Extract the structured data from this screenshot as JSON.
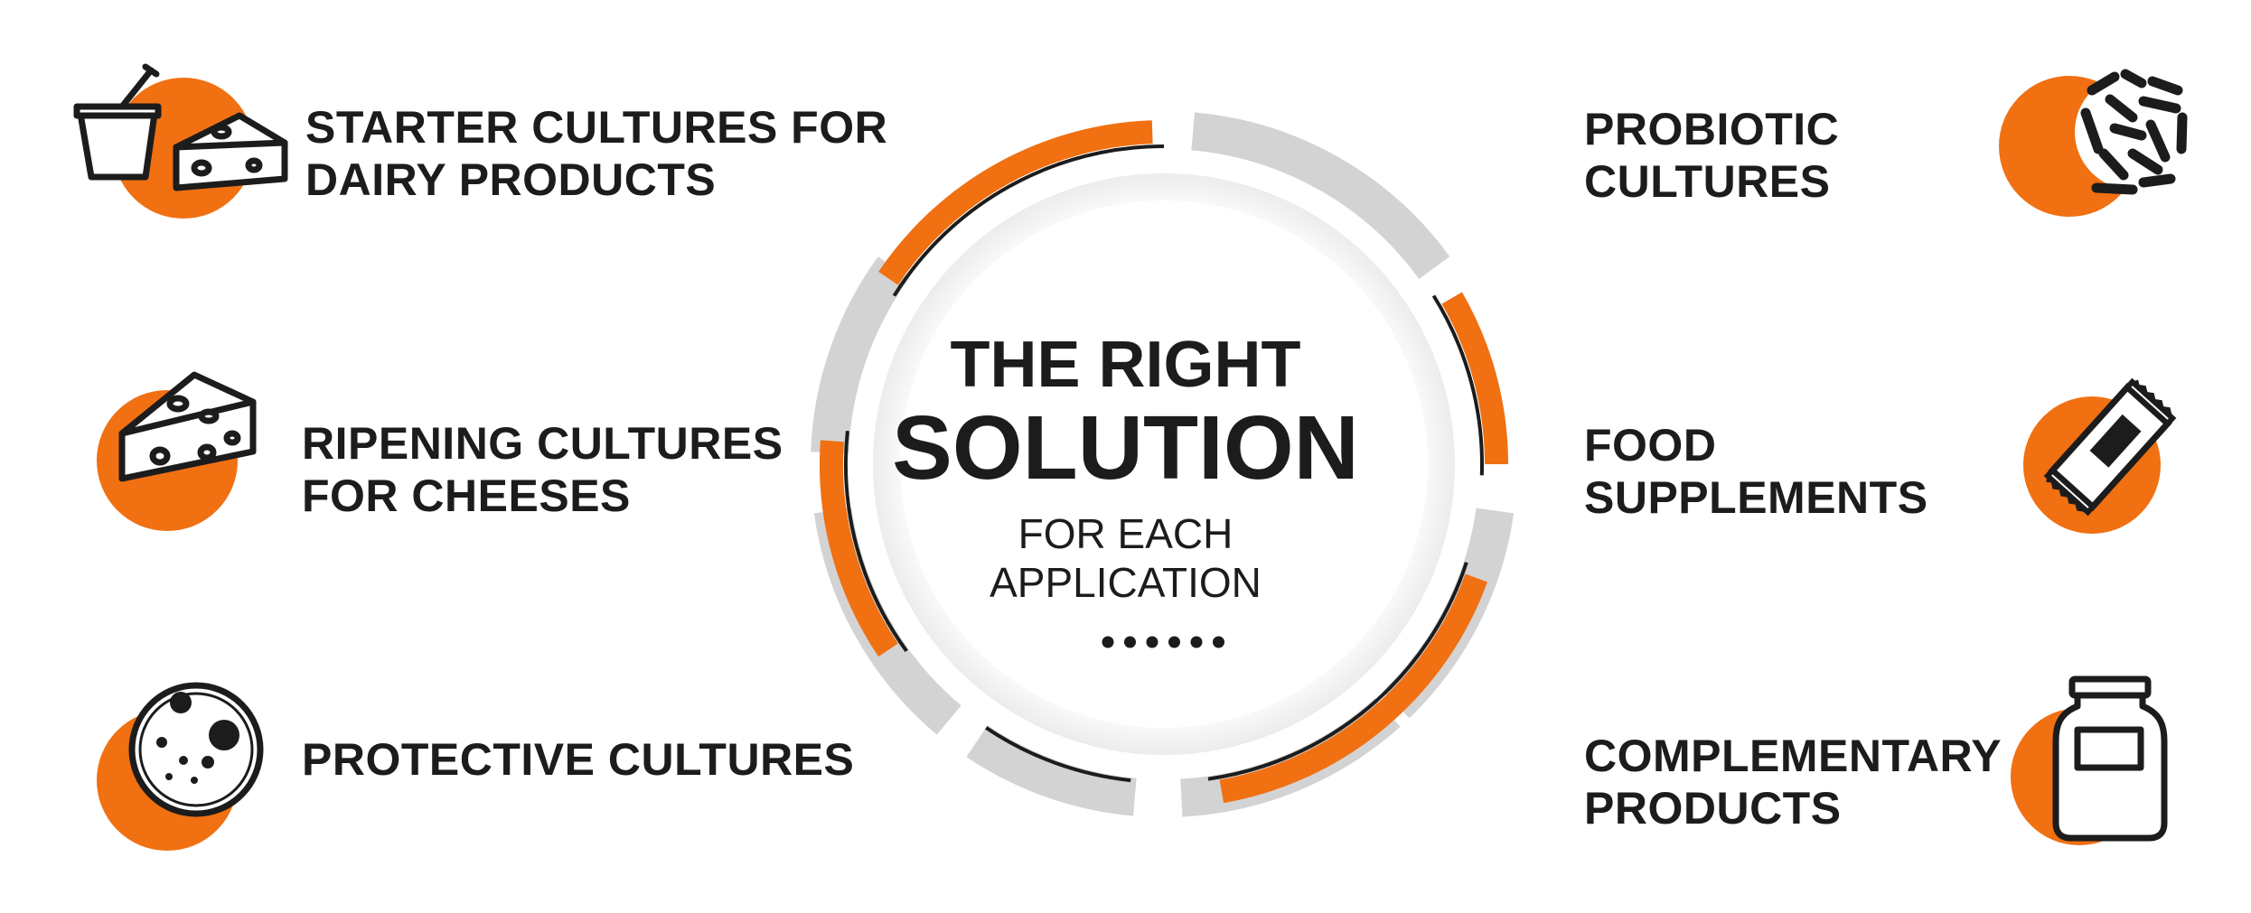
{
  "colors": {
    "accent": "#f07012",
    "ring_gray": "#d3d3d3",
    "ink": "#1c1c1c",
    "background": "#ffffff"
  },
  "center": {
    "title_line1": "THE RIGHT",
    "title_line2": "SOLUTION",
    "sub_line1": "FOR EACH",
    "sub_line2": "APPLICATION"
  },
  "items": [
    {
      "id": "starter",
      "line1": "STARTER CULTURES FOR",
      "line2": "DAIRY PRODUCTS",
      "icon": "yogurt-cheese-icon"
    },
    {
      "id": "ripening",
      "line1": "RIPENING CULTURES",
      "line2": "FOR CHEESES",
      "icon": "cheese-wedge-icon"
    },
    {
      "id": "protective",
      "line1": "PROTECTIVE CULTURES",
      "line2": "",
      "icon": "petri-dish-icon"
    },
    {
      "id": "probiotic",
      "line1": "PROBIOTIC",
      "line2": "CULTURES",
      "icon": "bacteria-icon"
    },
    {
      "id": "supplements",
      "line1": "FOOD",
      "line2": "SUPPLEMENTS",
      "icon": "supplement-bar-icon"
    },
    {
      "id": "complementary",
      "line1": "COMPLEMENTARY",
      "line2": "PRODUCTS",
      "icon": "jar-icon"
    }
  ]
}
